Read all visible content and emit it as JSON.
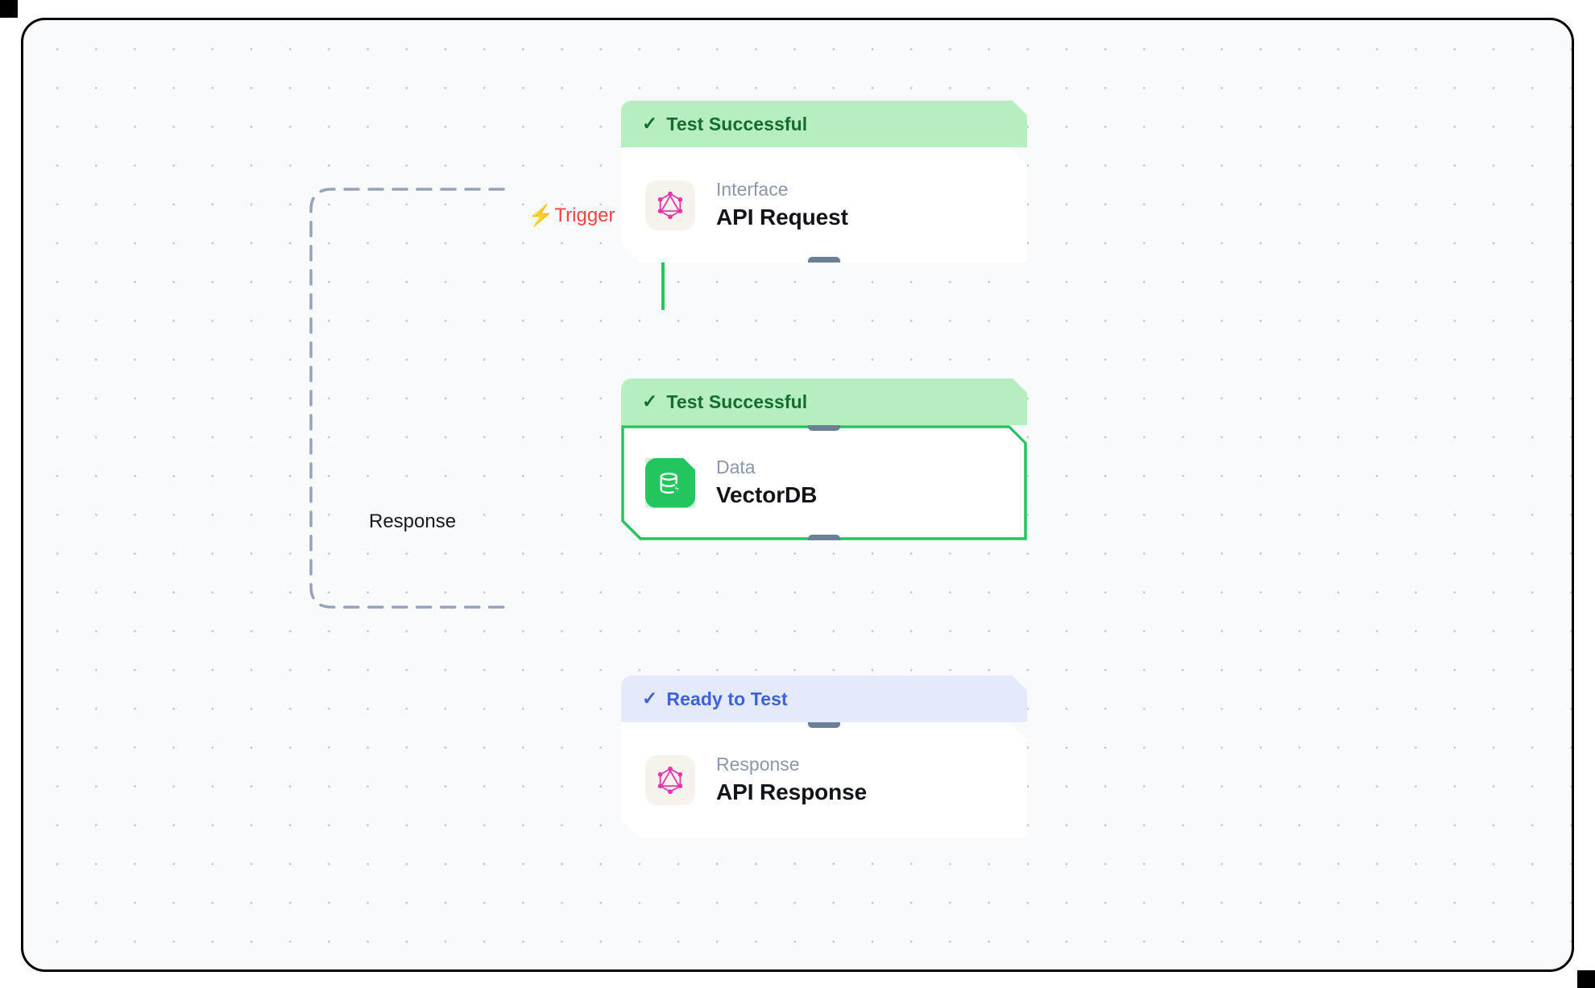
{
  "canvas": {
    "background_color": "#f8fafc",
    "dot_color": "#c3c8d2",
    "border_color": "#000000"
  },
  "edges": [
    {
      "id": "trigger-edge",
      "label": "Trigger",
      "icon": "lightning-bolt-icon",
      "color": "#ef4444",
      "style": "dashed",
      "stroke": "#94a3b8"
    },
    {
      "id": "response-edge",
      "label": "Response",
      "color": "#18181b",
      "style": "dashed",
      "stroke": "#94a3b8"
    }
  ],
  "nodes": [
    {
      "id": "api-request",
      "status": "Test Successful",
      "status_type": "success",
      "status_icon": "check-icon",
      "status_bg": "#b6eec0",
      "status_color": "#146c2e",
      "kind": "Interface",
      "title": "API Request",
      "icon": "graphql-icon",
      "icon_color": "#e535ab",
      "selected": false
    },
    {
      "id": "vectordb",
      "status": "Test Successful",
      "status_type": "success",
      "status_icon": "check-icon",
      "status_bg": "#b6eec0",
      "status_color": "#146c2e",
      "kind": "Data",
      "title": "VectorDB",
      "icon": "database-bolt-icon",
      "icon_color": "#22c55e",
      "selected": true,
      "selected_border_color": "#22c55e"
    },
    {
      "id": "api-response",
      "status": "Ready to Test",
      "status_type": "ready",
      "status_icon": "check-icon",
      "status_bg": "#e4e9fb",
      "status_color": "#3b62d9",
      "kind": "Response",
      "title": "API Response",
      "icon": "graphql-icon",
      "icon_color": "#e535ab",
      "selected": false
    }
  ]
}
